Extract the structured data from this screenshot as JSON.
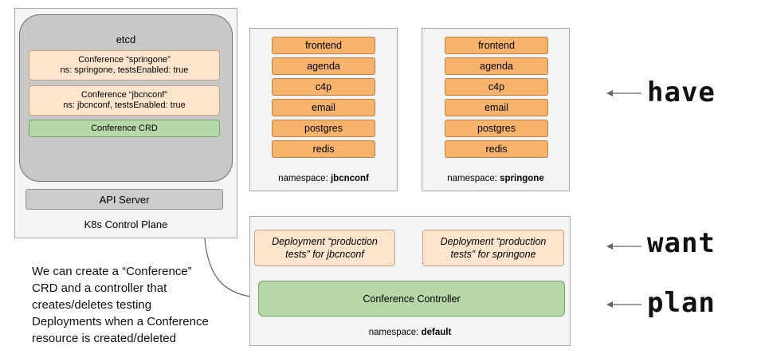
{
  "control_plane": {
    "etcd_title": "etcd",
    "conf_springone_line1": "Conference “springone”",
    "conf_springone_line2": "ns: springone, testsEnabled: true",
    "conf_jbcnconf_line1": "Conference “jbcnconf”",
    "conf_jbcnconf_line2": "ns: jbcnconf, testsEnabled: true",
    "crd_label": "Conference CRD",
    "api_server_label": "API Server",
    "caption": "K8s Control Plane"
  },
  "namespaces": [
    {
      "prefix": "namespace: ",
      "name": "jbcnconf",
      "services": [
        "frontend",
        "agenda",
        "c4p",
        "email",
        "postgres",
        "redis"
      ]
    },
    {
      "prefix": "namespace: ",
      "name": "springone",
      "services": [
        "frontend",
        "agenda",
        "c4p",
        "email",
        "postgres",
        "redis"
      ]
    }
  ],
  "default_ns": {
    "deploy_jbcnconf_line1": "Deployment “production",
    "deploy_jbcnconf_line2": "tests” for jbcnconf",
    "deploy_springone_line1": "Deployment “production",
    "deploy_springone_line2": "tests” for springone",
    "controller_label": "Conference Controller",
    "prefix": "namespace: ",
    "name": "default"
  },
  "plan_description": {
    "lines": [
      "We can create a “Conference”",
      "CRD and a controller that",
      "creates/deletes testing",
      "Deployments when a Conference",
      "resource is created/deleted"
    ]
  },
  "labels": {
    "have": "have",
    "want": "want",
    "plan": "plan"
  },
  "colors": {
    "service_orange": "#f7b26c",
    "resource_peach": "#fde5cd",
    "crd_green": "#b6d7a8",
    "panel_grey": "#f4f4f4"
  }
}
